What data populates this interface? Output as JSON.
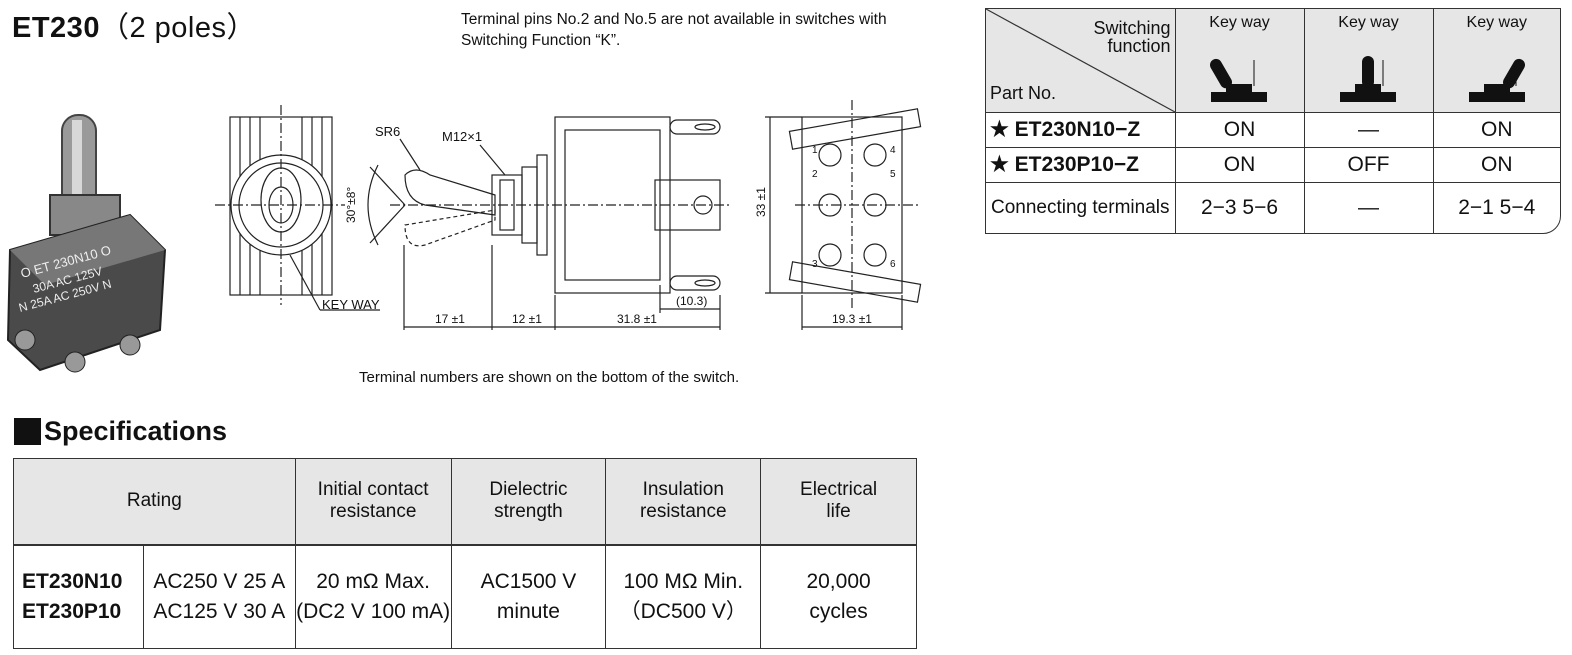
{
  "title": {
    "main": "ET230",
    "sub": "（2 poles）"
  },
  "notes": {
    "top": "Terminal pins No.2 and No.5 are not available in switches with Switching Function “K”.",
    "bottom": "Terminal numbers are shown on the bottom of the switch."
  },
  "photo": {
    "line1": "O ET 230N10  O",
    "line2": "30A AC 125V",
    "line3": "N 25A AC 250V N"
  },
  "drawing": {
    "sr": "SR6",
    "thread": "M12×1",
    "keyway": "KEY WAY",
    "angle": "30°±8°",
    "dim_17": "17 ±1",
    "dim_12": "12 ±1",
    "dim_318": "31.8 ±1",
    "dim_103": "(10.3)",
    "dim_33": "33 ±1",
    "dim_193": "19.3 ±1",
    "t1": "1",
    "t2": "2",
    "t3": "3",
    "t4": "4",
    "t5": "5",
    "t6": "6"
  },
  "specs": {
    "heading": "Specifications",
    "headers": {
      "rating": "Rating",
      "contact_1": "Initial contact",
      "contact_2": "resistance",
      "dielectric_1": "Dielectric",
      "dielectric_2": "strength",
      "insulation_1": "Insulation",
      "insulation_2": "resistance",
      "life_1": "Electrical",
      "life_2": "life"
    },
    "pn1": "ET230N10",
    "pn2": "ET230P10",
    "rating1": "AC250 V 25 A",
    "rating2": "AC125 V 30 A",
    "contact1": "20 mΩ  Max.",
    "contact2": "(DC2 V 100 mA)",
    "dielectric1": "AC1500 V",
    "dielectric2": "minute",
    "insulation1": "100 MΩ  Min.",
    "insulation2": "（DC500 V）",
    "life1": "20,000",
    "life2": "cycles"
  },
  "switching": {
    "corner_top_1": "Switching",
    "corner_top_2": "function",
    "corner_bottom": "Part No.",
    "col1": "Key way",
    "col2": "Key way",
    "col3": "Key way",
    "rows": [
      {
        "star": "★",
        "part": "ET230N10−Z",
        "c1": "ON",
        "c2": "—",
        "c3": "ON"
      },
      {
        "star": "★",
        "part": "ET230P10−Z",
        "c1": "ON",
        "c2": "OFF",
        "c3": "ON"
      }
    ],
    "conn_label": "Connecting terminals",
    "conn_c1": "2−3 5−6",
    "conn_c2": "—",
    "conn_c3": "2−1 5−4"
  }
}
